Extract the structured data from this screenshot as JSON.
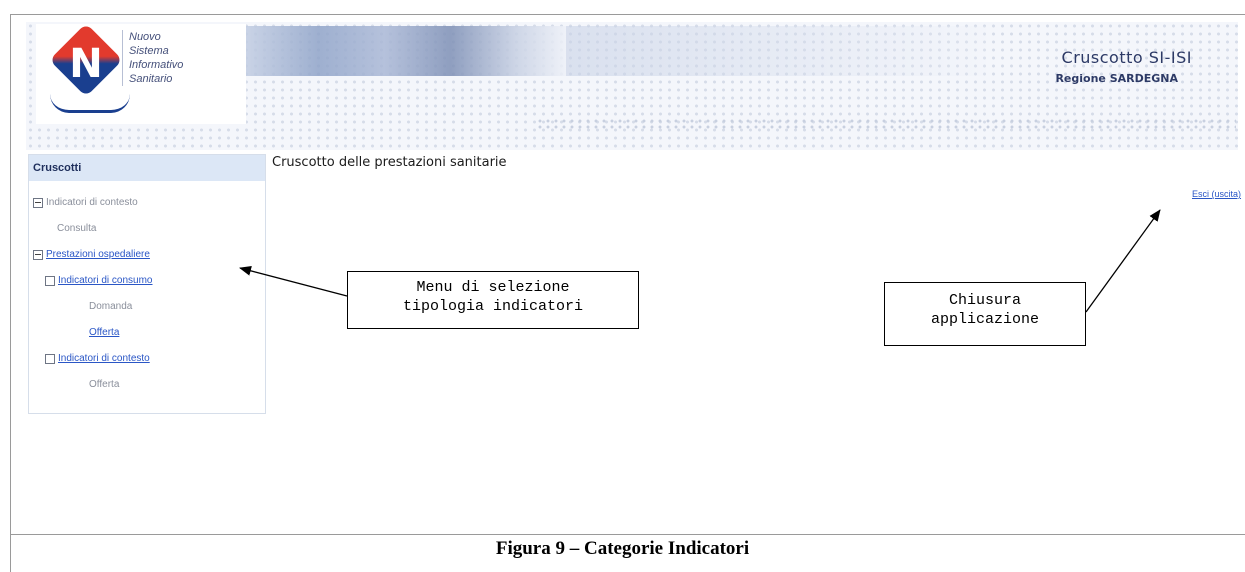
{
  "header": {
    "logo_lines": [
      "Nuovo",
      "Sistema",
      "Informativo",
      "Sanitario"
    ],
    "title": "Cruscotto SI-ISI",
    "region": "Regione SARDEGNA"
  },
  "sidebar": {
    "title": "Cruscotti",
    "items": [
      {
        "label": "Indicatori di contesto",
        "type": "group",
        "expanded": true
      },
      {
        "label": "Consulta",
        "type": "plain"
      },
      {
        "label": "Prestazioni ospedaliere",
        "type": "group-link",
        "expanded": true
      },
      {
        "label": "Indicatori di consumo",
        "type": "subgroup-link"
      },
      {
        "label": "Domanda",
        "type": "plain"
      },
      {
        "label": "Offerta",
        "type": "link"
      },
      {
        "label": "Indicatori di contesto",
        "type": "subgroup-link"
      },
      {
        "label": "Offerta",
        "type": "plain"
      }
    ]
  },
  "main": {
    "title": "Cruscotto delle prestazioni sanitarie",
    "exit_link": "Esci (uscita)"
  },
  "callouts": {
    "menu": [
      "Menu di selezione",
      "tipologia indicatori"
    ],
    "close": [
      "Chiusura",
      "applicazione"
    ]
  },
  "caption": "Figura 9 – Categorie Indicatori"
}
